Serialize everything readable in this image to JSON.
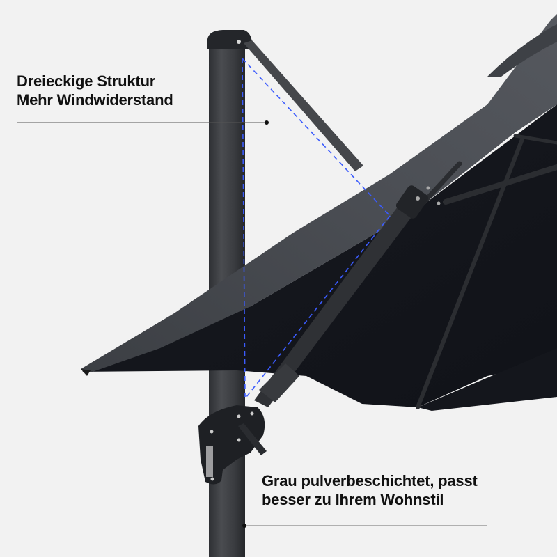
{
  "image": {
    "subject": "cantilever-patio-umbrella",
    "background_color": "#f2f2f2",
    "canopy_top_color": "#4a4d52",
    "canopy_underside_color": "#14161c",
    "frame_color": "#3a3c40",
    "guide_line_color": "#3b5bfd"
  },
  "annotations": [
    {
      "lines": [
        "Dreieckige Struktur",
        "Mehr Windwiderstand"
      ],
      "pointer": "triangular-support-structure"
    },
    {
      "lines": [
        "Grau pulverbeschichtet, passt",
        "besser zu Ihrem Wohnstil"
      ],
      "pointer": "powder-coated-pole"
    }
  ]
}
